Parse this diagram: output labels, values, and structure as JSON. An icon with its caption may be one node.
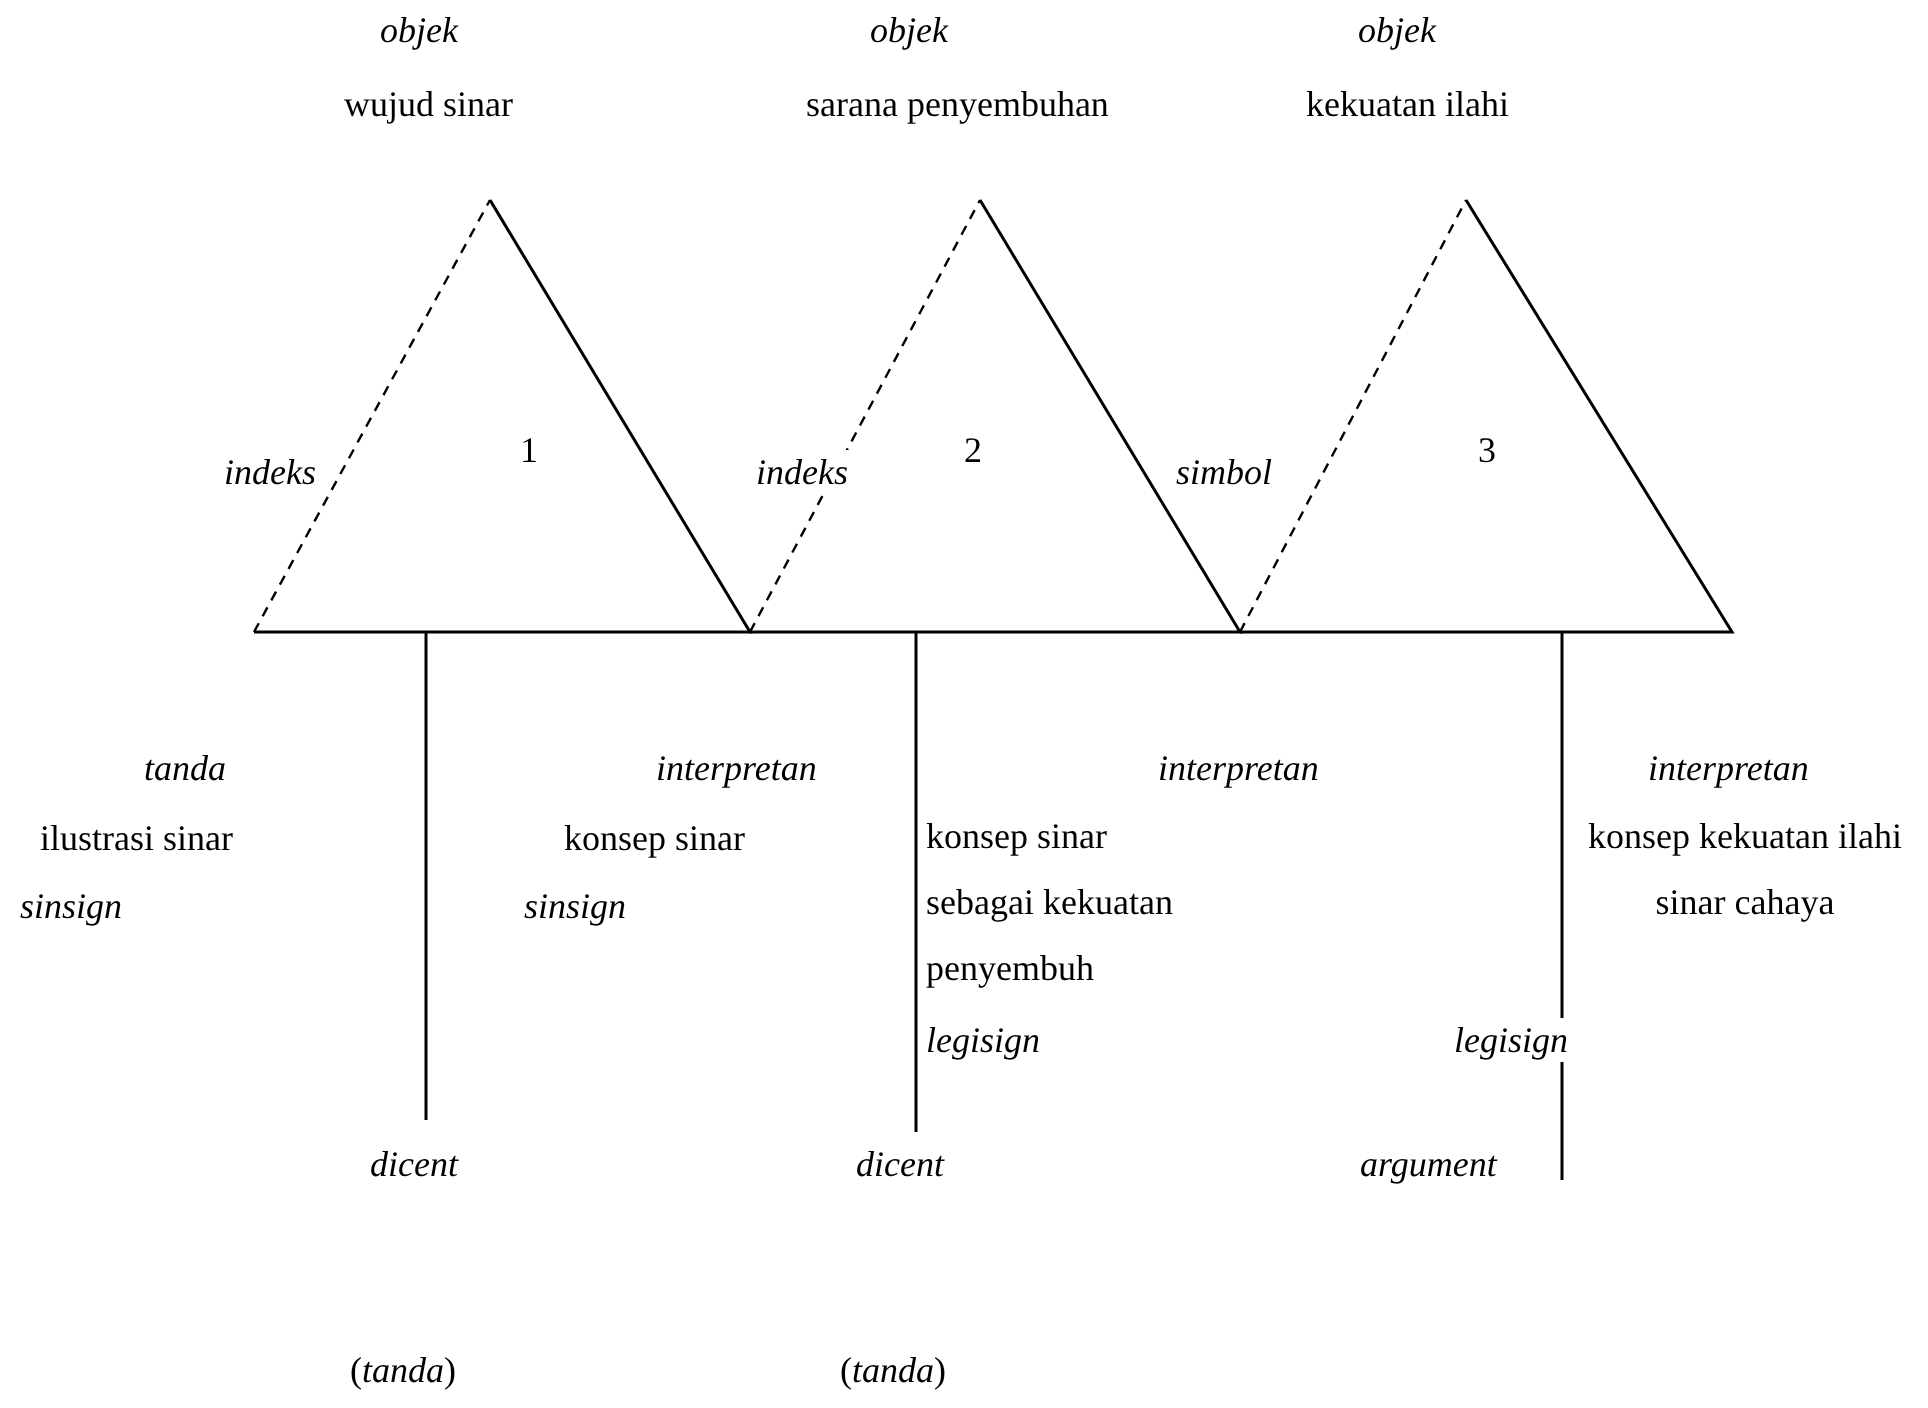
{
  "diagram": {
    "nodes": [
      {
        "text": [
          "1"
        ]
      },
      {
        "text": [
          "2"
        ]
      },
      {
        "text": [
          "3"
        ]
      }
    ],
    "labels": [
      "objek",
      "objek",
      "objek",
      "wujud sinar",
      "sarana penyembuhan",
      "kekuatan ilahi",
      "indeks",
      "indeks",
      "simbol",
      "tanda",
      "interpretan",
      "interpretan",
      "interpretan",
      "ilustrasi sinar",
      "konsep sinar",
      "konsep sinar sebagai kekuatan penyembuh",
      "konsep kekuatan ilahi sinar cahaya",
      "sinsign",
      "sinsign",
      "legisign",
      "legisign",
      "dicent",
      "dicent",
      "argument",
      "(*tanda*)",
      "(*tanda*)"
    ]
  }
}
